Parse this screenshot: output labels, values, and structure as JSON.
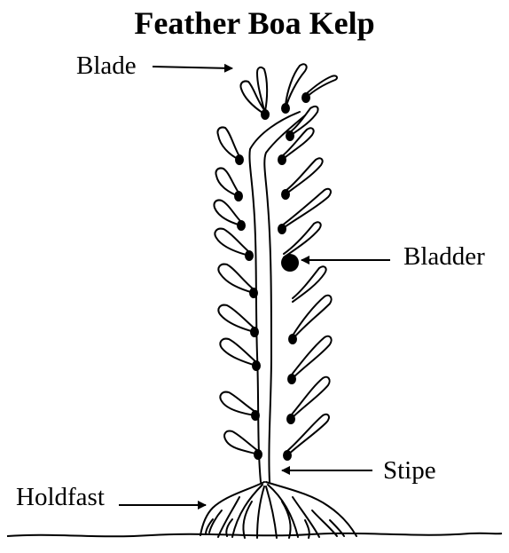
{
  "title": "Feather Boa Kelp",
  "labels": {
    "blade": "Blade",
    "bladder": "Bladder",
    "stipe": "Stipe",
    "holdfast": "Holdfast"
  },
  "colors": {
    "ink": "#000000",
    "paper": "#ffffff"
  }
}
